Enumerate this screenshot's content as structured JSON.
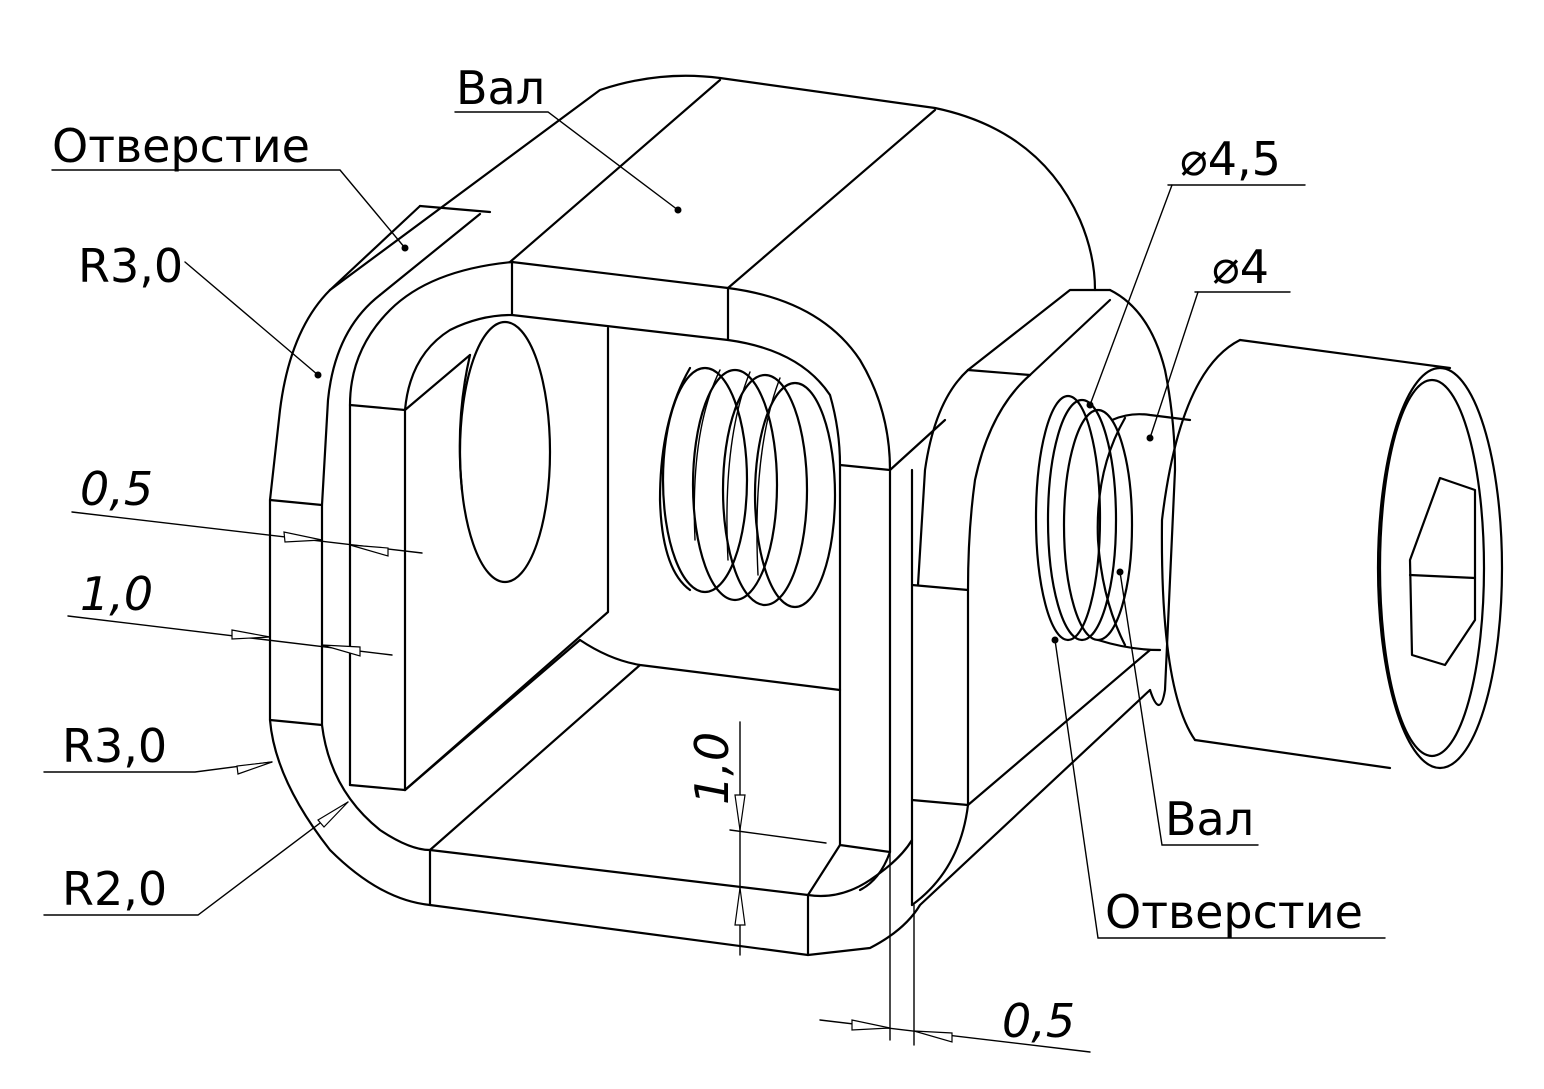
{
  "labels": {
    "shaft_top": "Вал",
    "hole_top": "Отверстие",
    "radius_upper": "R3,0",
    "gap_thickness": "0,5",
    "wall_thickness": "1,0",
    "radius_lower": "R3,0",
    "radius_inner": "R2,0",
    "bottom_thickness": "1,0",
    "bottom_gap": "0,5",
    "diameter_hole": "⌀4,5",
    "diameter_shaft": "⌀4",
    "shaft_right": "Вал",
    "hole_right": "Отверстие"
  },
  "colors": {
    "line": "#000000",
    "background": "#ffffff"
  }
}
